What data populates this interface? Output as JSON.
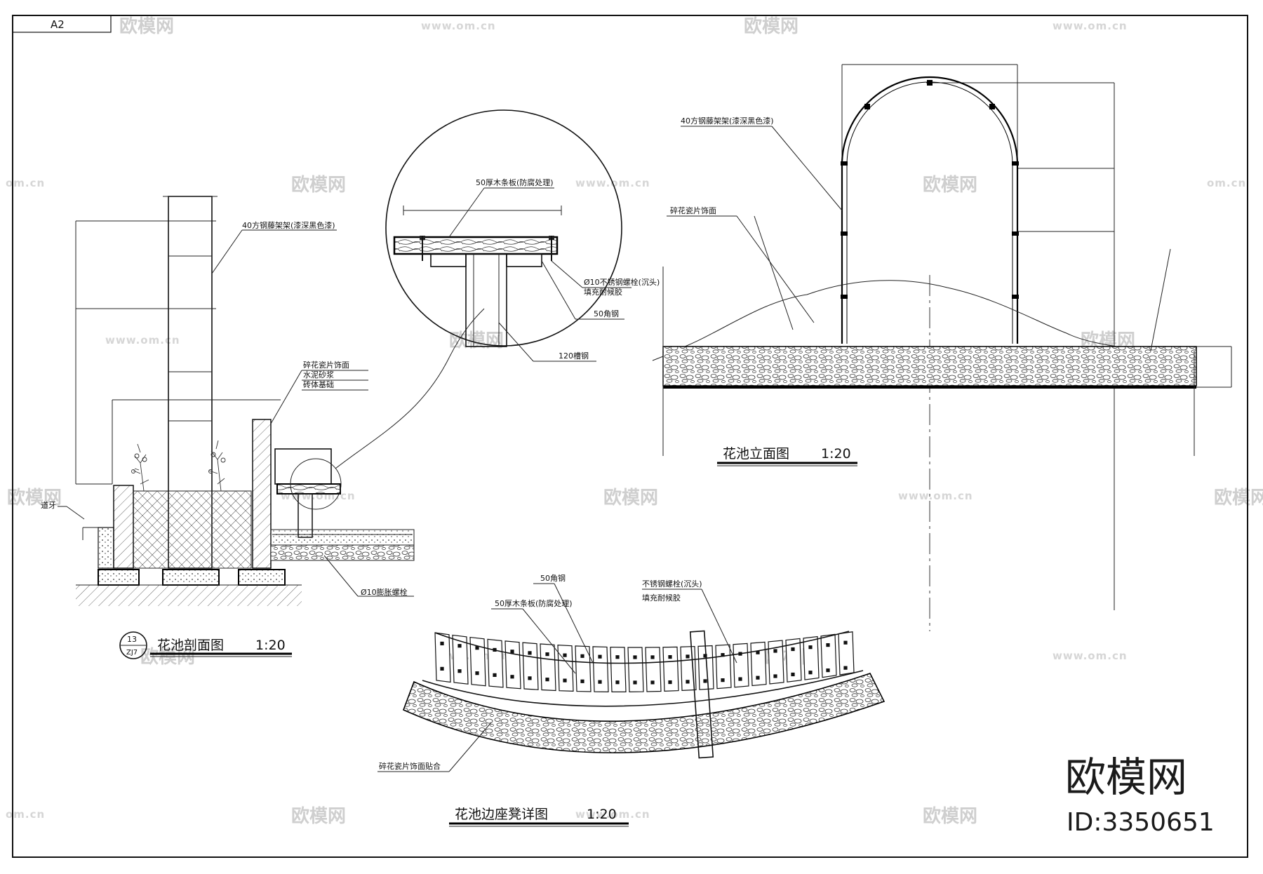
{
  "sheet": {
    "size_tag": "A2"
  },
  "watermark": {
    "brand": "欧模网",
    "url": "www.om.cn",
    "url_short": "om.cn"
  },
  "brand_corner": {
    "name": "欧模网",
    "id_text": "ID:3350651"
  },
  "section_view": {
    "title": "花池剖面图",
    "scale": "1:20",
    "index_top": "13",
    "index_bottom": "ZJ7",
    "labels": {
      "trellis": "40方钢藤架架(漆深黑色漆)",
      "tile": "碎花瓷片饰面",
      "mortar": "水泥砂浆",
      "brick": "砖体基础",
      "edge": "道牙",
      "bolt": "Ø10膨胀螺栓"
    }
  },
  "detail_view": {
    "labels": {
      "plank": "50厚木条板(防腐处理)",
      "screw": "Ø10不锈钢螺栓(沉头)",
      "screw_note": "填充耐候胶",
      "angle": "50角钢",
      "channel": "120槽钢"
    }
  },
  "elevation_view": {
    "title": "花池立面图",
    "scale": "1:20",
    "labels": {
      "trellis": "40方钢藤架架(漆深黑色漆)",
      "tile": "碎花瓷片饰面"
    }
  },
  "bench_view": {
    "title": "花池边座凳详图",
    "scale": "1:20",
    "labels": {
      "angle": "50角钢",
      "plank": "50厚木条板(防腐处理)",
      "screw": "不锈钢螺栓(沉头)",
      "screw_note": "填充耐候胶",
      "tile": "碎花瓷片饰面贴合"
    }
  }
}
